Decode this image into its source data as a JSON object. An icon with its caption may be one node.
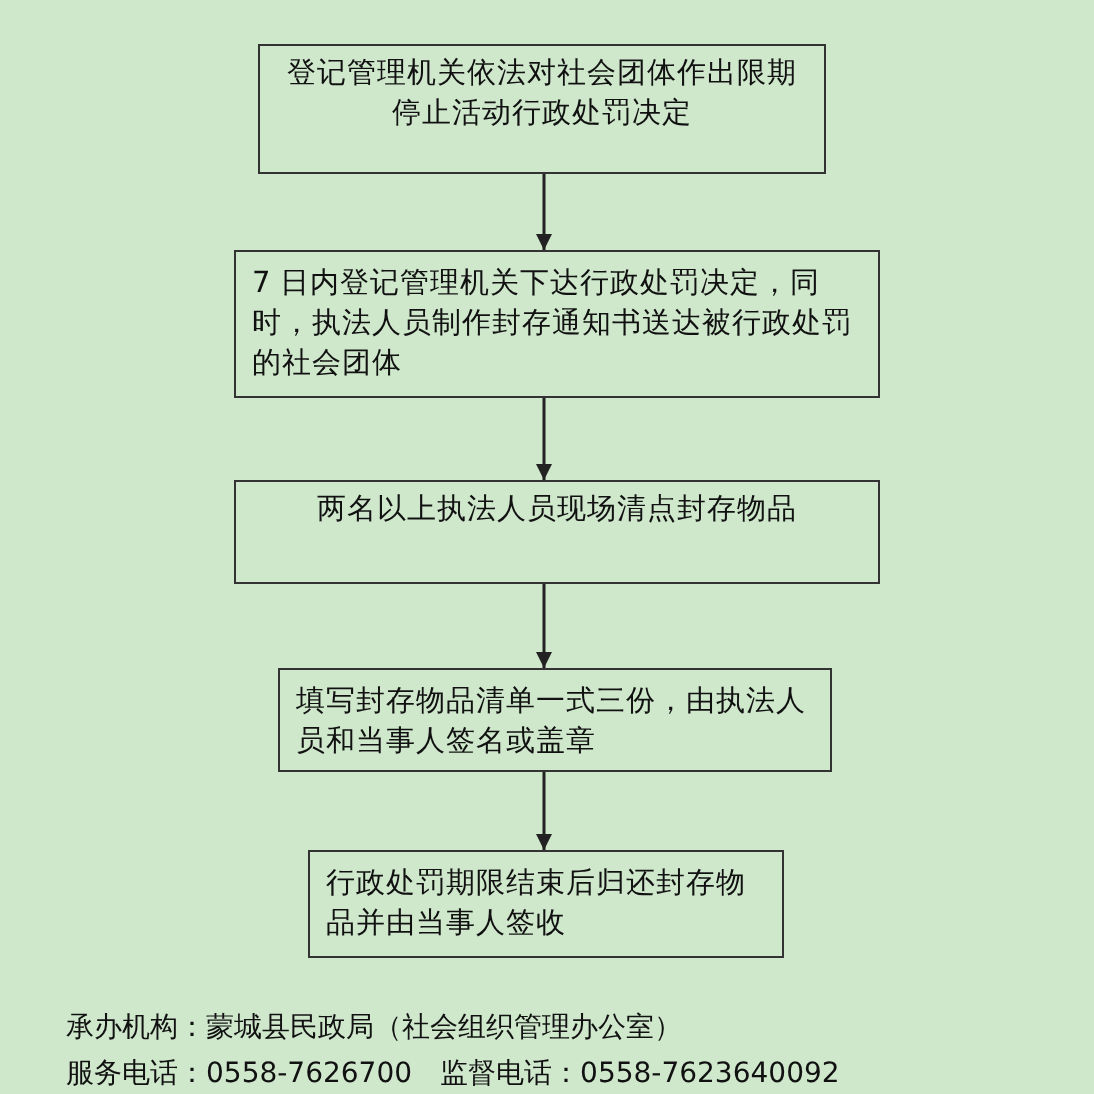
{
  "diagram": {
    "nodes": [
      {
        "text": [
          "登记管理机关依法对社会团体作出限期停止活动行政处罚决定"
        ]
      },
      {
        "text": [
          "7 日内登记管理机关下达行政处罚决定，同时，执法人员制作封存通知书送达被行政处罚的社会团体"
        ]
      },
      {
        "text": [
          "两名以上执法人员现场清点封存物品"
        ]
      },
      {
        "text": [
          "填写封存物品清单一式三份，由执法人员和当事人签名或盖章"
        ]
      },
      {
        "text": [
          "行政处罚期限结束后归还封存物品并由当事人签收"
        ]
      }
    ],
    "edges": [
      {
        "from": 0,
        "to": 1,
        "arrow": "to"
      },
      {
        "from": 1,
        "to": 2,
        "arrow": "to"
      },
      {
        "from": 2,
        "to": 3,
        "arrow": "to"
      },
      {
        "from": 3,
        "to": 4,
        "arrow": "to"
      }
    ],
    "labels": [
      "承办机构：蒙城县民政局（社会组织管理办公室）",
      "服务电话：0558-7626700　监督电话：0558-7623640092"
    ]
  }
}
